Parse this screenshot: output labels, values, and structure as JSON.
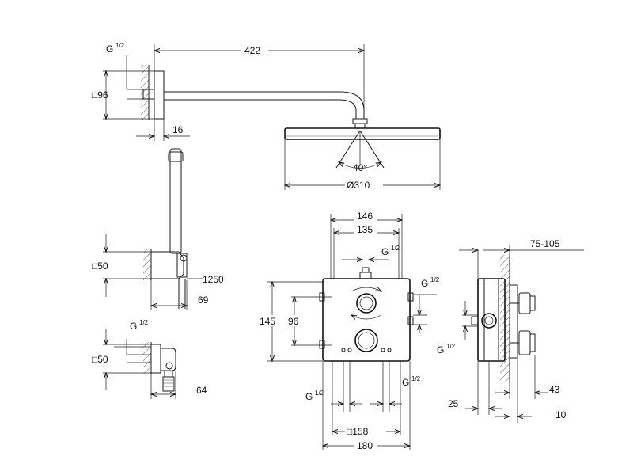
{
  "top_view": {
    "inlet_thread": "G",
    "inlet_thread_fraction": "1/2",
    "arm_length": "422",
    "flange_square": "□96",
    "wall_projection": "16",
    "spray_angle": "40°",
    "head_diameter": "Ø310"
  },
  "hand_shower": {
    "holder_square": "□50",
    "hose_length": "1250",
    "holder_projection": "69"
  },
  "wall_outlet": {
    "thread": "G",
    "thread_fraction": "1/2",
    "square": "□50",
    "projection": "64"
  },
  "front_view": {
    "outer_width": "146",
    "inner_width": "135",
    "top_thread": "G",
    "top_thread_fraction": "1/2",
    "right_thread": "G",
    "right_thread_fraction": "1/2",
    "outer_height": "145",
    "inner_height": "96",
    "bottom_left_thread": "G",
    "bottom_left_thread_fraction": "1/2",
    "bottom_right_thread": "G",
    "bottom_right_thread_fraction": "1/2",
    "plate_square": "□158",
    "plate_width": "180"
  },
  "side_view": {
    "depth_range": "75-105",
    "thread": "G",
    "thread_fraction": "1/2",
    "depth_25": "25",
    "depth_43": "43",
    "depth_10": "10"
  }
}
